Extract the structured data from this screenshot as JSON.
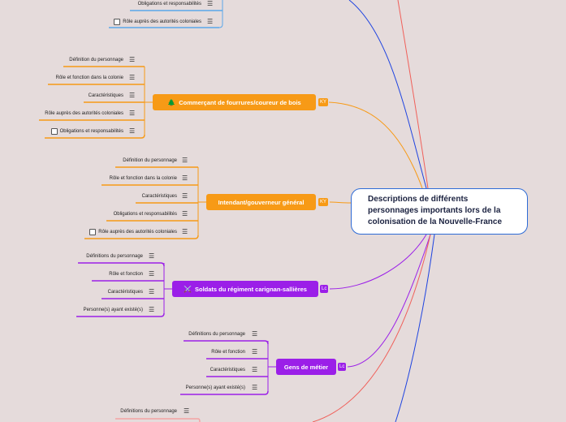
{
  "central_topic": "Descriptions de différents personnages importants lors de la colonisation de la Nouvelle-France",
  "top_fragment": {
    "leaves": [
      {
        "label": "Obligations et responsabilités",
        "checkbox": false
      },
      {
        "label": "Rôle auprès des autorités coloniales",
        "checkbox": true
      }
    ]
  },
  "branches": [
    {
      "label": "Commerçant de fourrures/coureur de bois",
      "icon": "🌲",
      "tag": "KY",
      "color": "#f79a16",
      "leaves": [
        {
          "label": "Définition du personnage",
          "checkbox": false
        },
        {
          "label": "Rôle et fonction dans la colonie",
          "checkbox": false
        },
        {
          "label": "Caractéristiques",
          "checkbox": false
        },
        {
          "label": "Rôle auprès des autorités coloniales",
          "checkbox": false
        },
        {
          "label": "Obligations et responsabilités",
          "checkbox": true
        }
      ]
    },
    {
      "label": "Intendant/gouverneur général",
      "icon": "",
      "tag": "KY",
      "color": "#f79a16",
      "leaves": [
        {
          "label": "Définition du personnage",
          "checkbox": false
        },
        {
          "label": "Rôle et fonction dans la colonie",
          "checkbox": false
        },
        {
          "label": "Caractéristiques",
          "checkbox": false
        },
        {
          "label": "Obligations et responsabilités",
          "checkbox": false
        },
        {
          "label": "Rôle auprès des autorités coloniales",
          "checkbox": true
        }
      ]
    },
    {
      "label": "Soldats du régiment carignan-sallières",
      "icon": "⚔️",
      "tag": "Lc",
      "color": "#9b1fe8",
      "leaves": [
        {
          "label": "Définitions du personnage",
          "checkbox": false
        },
        {
          "label": "Rôle et fonction",
          "checkbox": false
        },
        {
          "label": "Caractéristiques",
          "checkbox": false
        },
        {
          "label": "Personne(s) ayant existé(s)",
          "checkbox": false
        }
      ]
    },
    {
      "label": "Gens de métier",
      "icon": "",
      "tag": "Lc",
      "color": "#9b1fe8",
      "leaves": [
        {
          "label": "Définitions du personnage",
          "checkbox": false
        },
        {
          "label": "Rôle et fonction",
          "checkbox": false
        },
        {
          "label": "Caractéristiques",
          "checkbox": false
        },
        {
          "label": "Personne(s) ayant existé(s)",
          "checkbox": false
        }
      ]
    }
  ],
  "bottom_fragment": {
    "leaves": [
      {
        "label": "Définitions du personnage",
        "checkbox": false
      }
    ]
  },
  "colors": {
    "background": "#e5dbdb",
    "central_border": "#2d6bd6",
    "blue_branch": "#1f44e0",
    "red_branch": "#f0605a",
    "orange_branch": "#f79a16",
    "purple_branch": "#9b1fe8"
  },
  "icons": {
    "leaf_menu": "menu-icon"
  }
}
